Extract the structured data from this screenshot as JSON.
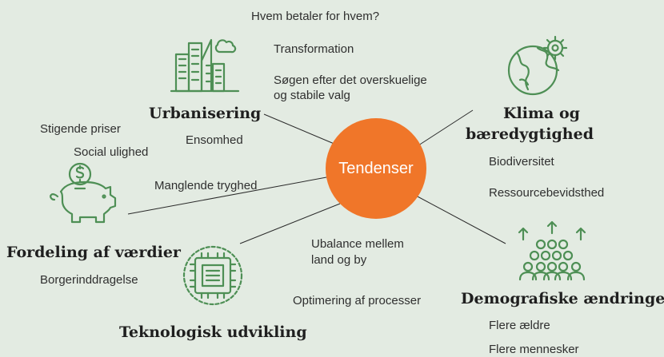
{
  "hub": {
    "label": "Tendenser"
  },
  "colors": {
    "icon": "#4e8f55",
    "hub": "#f07629",
    "background": "#e3ebe2",
    "line": "#2a2a2a"
  },
  "urbanisering": {
    "title": "Urbanisering",
    "icon": "city-buildings-icon",
    "items": [
      "Hvem betaler for hvem?",
      "Transformation",
      "Søgen efter det overskuelige",
      "og stabile valg",
      "Ensomhed"
    ]
  },
  "klima": {
    "title_line1": "Klima og",
    "title_line2": "bæredygtighed",
    "icon": "globe-gear-icon",
    "items": [
      "Biodiversitet",
      "Ressourcebevidsthed"
    ]
  },
  "fordeling": {
    "title": "Fordeling af værdier",
    "icon": "piggy-bank-icon",
    "items": [
      "Stigende priser",
      "Social ulighed",
      "Manglende tryghed",
      "Borgerinddragelse"
    ]
  },
  "teknologi": {
    "title": "Teknologisk udvikling",
    "icon": "microchip-icon",
    "items": [
      "Ubalance mellem",
      "land og by",
      "Optimering af processer"
    ]
  },
  "demografi": {
    "title": "Demografiske ændringer",
    "icon": "people-group-icon",
    "items": [
      "Flere ældre",
      "Flere mennesker"
    ]
  }
}
